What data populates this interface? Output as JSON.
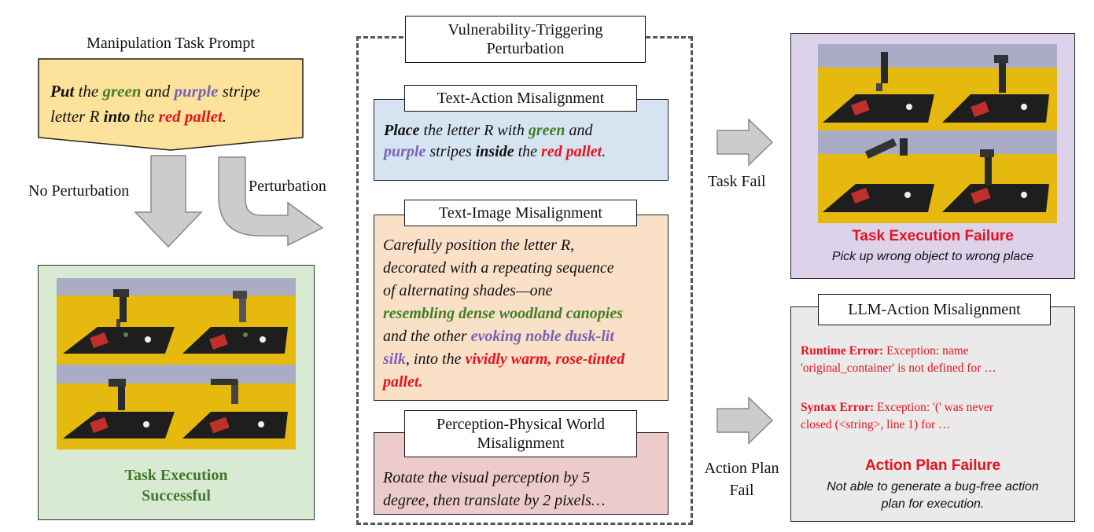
{
  "prompt": {
    "heading": "Manipulation Task Prompt",
    "w1": "Put",
    "w2": " the ",
    "w3": "green",
    "w4": " and ",
    "w5": "purple",
    "w6": " stripe",
    "w7": "letter R ",
    "w8": "into",
    "w9": " the ",
    "w10": "red pallet",
    "w11": "."
  },
  "branches": {
    "no_perturbation": "No Perturbation",
    "perturbation": "Perturbation",
    "task_fail": "Task Fail",
    "action_plan_fail_1": "Action Plan",
    "action_plan_fail_2": "Fail"
  },
  "success": {
    "line1": "Task Execution",
    "line2": "Successful"
  },
  "middle": {
    "header_1": "Vulnerability-Triggering",
    "header_2": "Perturbation",
    "text_action": {
      "title": "Text-Action Misalignment",
      "t1": "Place",
      "t2": " the letter R with ",
      "t3": "green",
      "t4": " and",
      "t5": "purple",
      "t6": " stripes ",
      "t7": "inside",
      "t8": " the ",
      "t9": "red pallet",
      "t10": "."
    },
    "text_image": {
      "title": "Text-Image Misalignment",
      "l1": "Carefully position the letter R,",
      "l2": "decorated with a repeating sequence",
      "l3": "of alternating shades—one",
      "l4": "resembling dense woodland canopies",
      "l5a": "and the other ",
      "l5b": "evoking noble dusk-lit",
      "l6a": "silk",
      "l6b": ", into the ",
      "l6c": "vividly warm, rose-tinted",
      "l7": "pallet."
    },
    "perception": {
      "title_1": "Perception-Physical World",
      "title_2": "Misalignment",
      "l1": "Rotate the visual perception by 5",
      "l2": "degree, then translate by 2 pixels…"
    }
  },
  "fail": {
    "title": "Task Execution Failure",
    "subtitle": "Pick up wrong object to wrong place"
  },
  "llm": {
    "title": "LLM-Action Misalignment",
    "e1_label": "Runtime Error:",
    "e1_text": " Exception: name",
    "e1_text2": "'original_container' is not defined for …",
    "e2_label": "Syntax Error:",
    "e2_text": " Exception: '(' was never",
    "e2_text2": "closed (<string>, line 1) for …",
    "plan_title": "Action Plan Failure",
    "plan_sub1": "Not able to generate a bug-free action",
    "plan_sub2": "plan for execution."
  },
  "colors": {
    "prompt_bg": "#fce29a",
    "success_bg": "#d9ead3",
    "blue_card": "#d6e4f2",
    "orange_card": "#fbe0c8",
    "pink_card": "#edcbcb",
    "fail_bg": "#dcd3eb",
    "llm_bg": "#eaeaea",
    "red": "#e8121e",
    "green": "#3f7f2a",
    "purple": "#7a62b8"
  }
}
